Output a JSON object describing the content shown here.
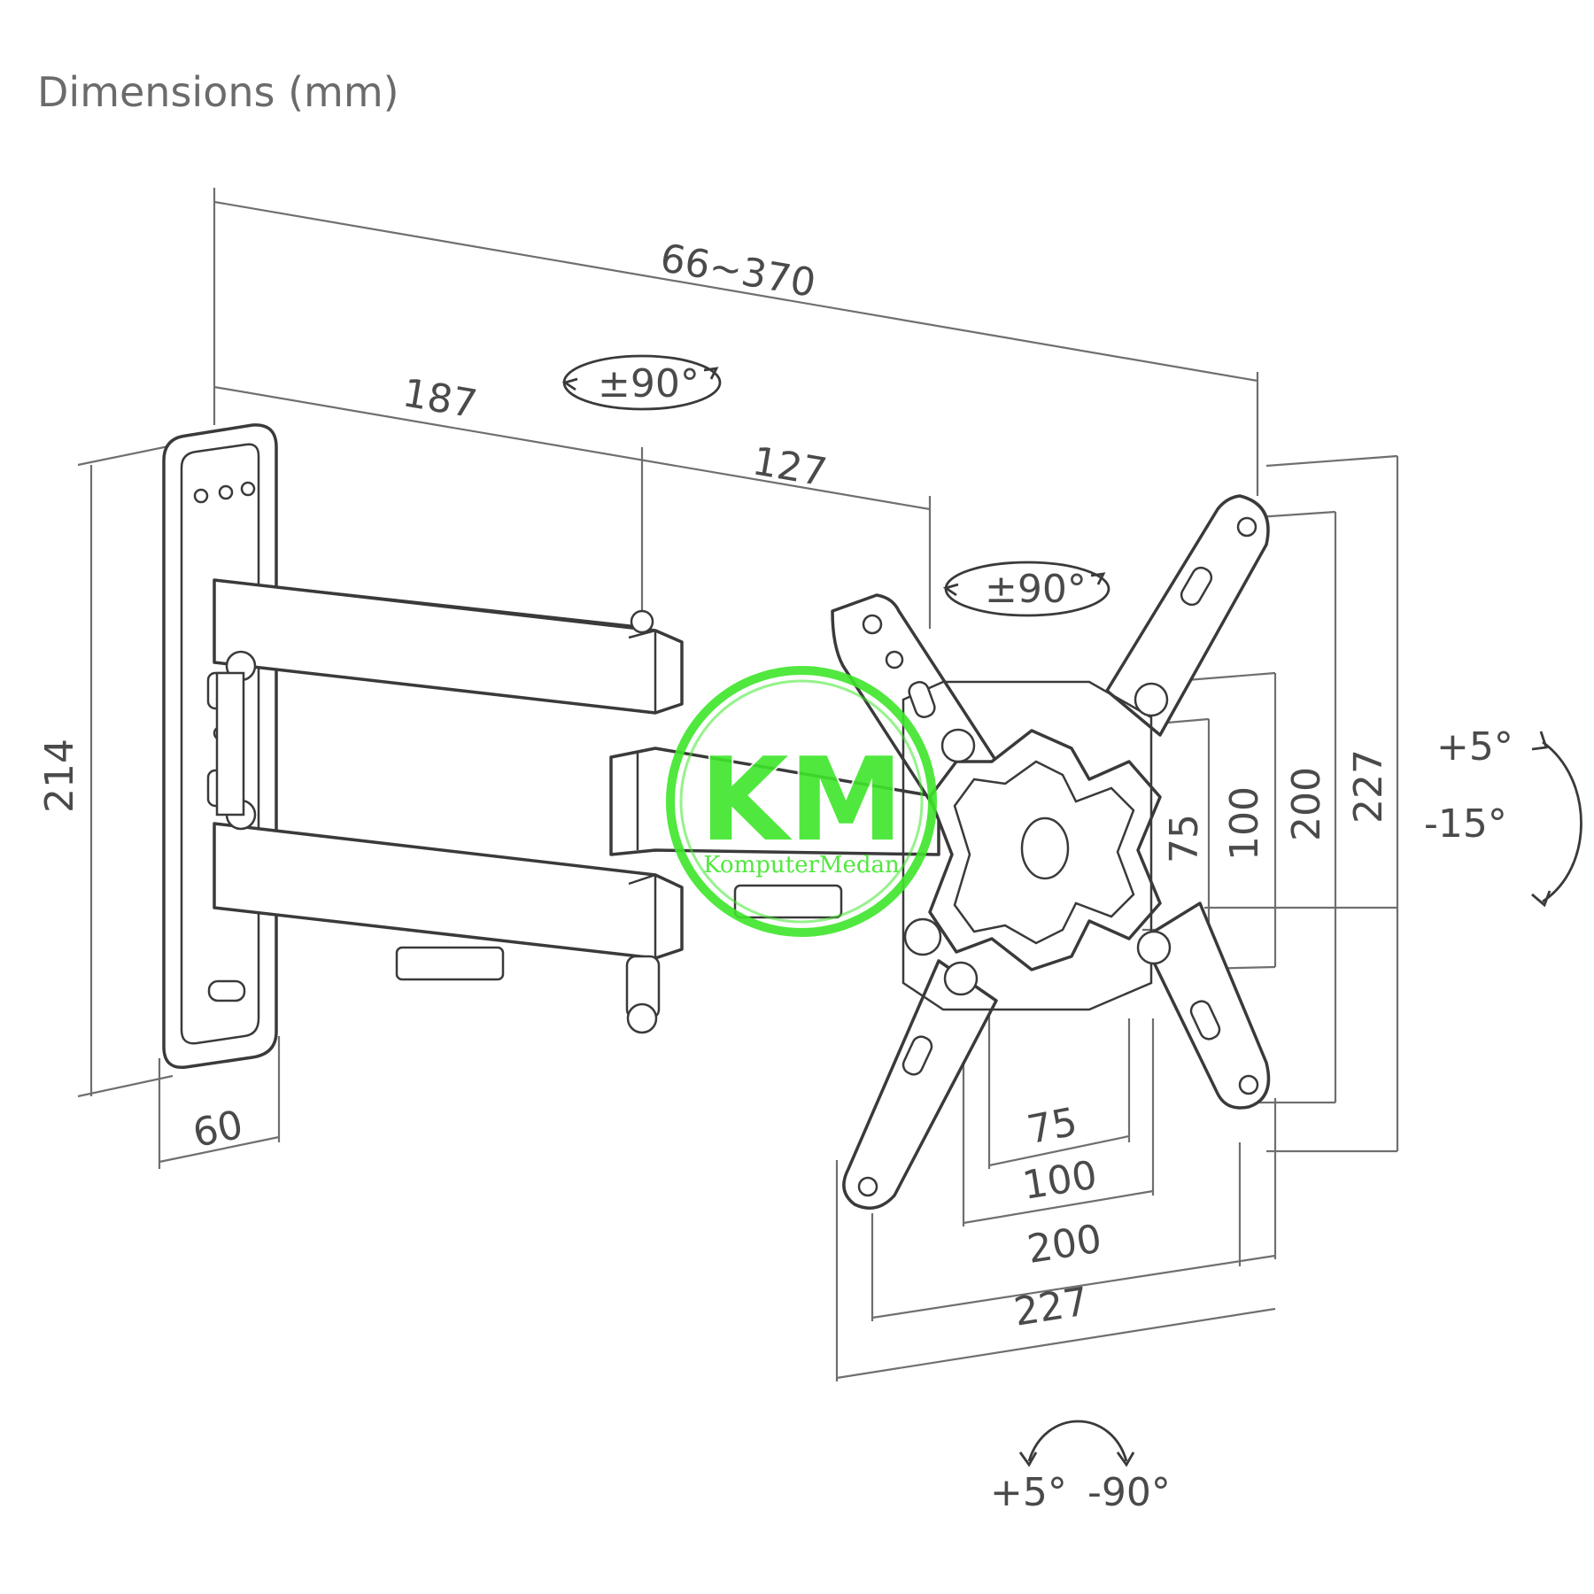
{
  "heading": "Dimensions (mm)",
  "dimensions": {
    "arm_extension": "66~370",
    "wall_to_pivot": "187",
    "pivot_to_plate": "127",
    "wall_plate_height": "214",
    "wall_plate_width": "60",
    "swivel_arm": "±90°",
    "swivel_plate": "±90°",
    "vesa_h_75": "75",
    "vesa_h_100": "100",
    "vesa_h_200": "200",
    "vesa_h_227": "227",
    "vesa_v_75": "75",
    "vesa_v_100": "100",
    "vesa_v_200": "200",
    "vesa_v_227": "227",
    "tilt_up": "+5°",
    "tilt_down": "-15°",
    "rotate_left": "+5°",
    "rotate_right": "-90°"
  },
  "watermark": {
    "logo": "KM",
    "name": "KomputerMedan",
    "color": "#3ee62a"
  }
}
